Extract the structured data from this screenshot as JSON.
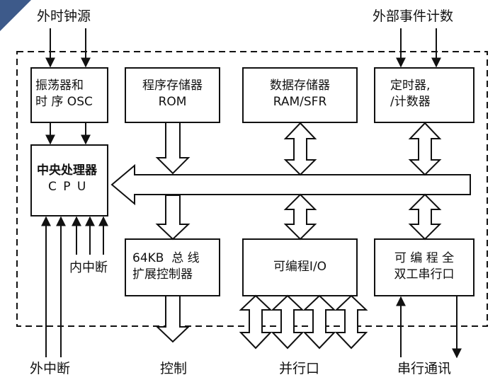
{
  "labels": {
    "ext_clock": "外时钟源",
    "ext_event_count": "外部事件计数",
    "int_interrupt": "内中断",
    "ext_interrupt": "外中断",
    "control": "控制",
    "parallel_port": "并行口",
    "serial_comm": "串行通讯"
  },
  "blocks": {
    "oscillator": {
      "line1": "振荡器和",
      "line2": "时 序 OSC"
    },
    "program_memory": {
      "line1": "程序存储器",
      "line2": "ROM"
    },
    "data_memory": {
      "line1": "数据存储器",
      "line2": "RAM/SFR"
    },
    "timer_counter": {
      "line1": "定时器,",
      "line2": "/计数器"
    },
    "cpu": {
      "line1": "中央处理器",
      "line2": "C P U"
    },
    "bus_expansion": {
      "line1": "64KB  总 线",
      "line2": "扩展控制器"
    },
    "programmable_io": {
      "line1": "可编程I/O"
    },
    "serial_port": {
      "line1": "可 编 程 全",
      "line2": "双工串行口"
    }
  }
}
